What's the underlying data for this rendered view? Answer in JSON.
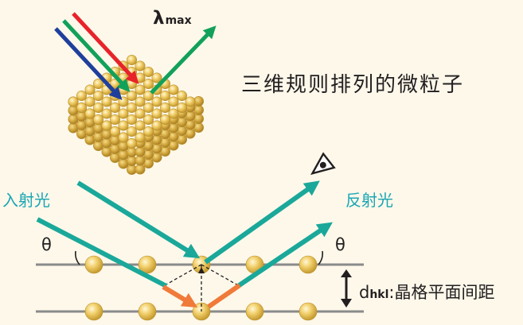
{
  "labels": {
    "lambda_symbol": "λ",
    "lambda_subscript": "max",
    "particles_title": "三维规则排列的微粒子",
    "incident_light": "入射光",
    "reflected_light": "反射光",
    "theta_left": "θ",
    "theta_right": "θ",
    "d_symbol": "d",
    "d_subscript": "hkl",
    "d_description": ":晶格平面间距"
  },
  "colors": {
    "background": "#fdf8ea",
    "ray_teal": "#1aa89a",
    "path_orange": "#f07a3a",
    "ray_red": "#e8232a",
    "ray_green": "#12a15a",
    "ray_blue": "#1f3f9c",
    "sphere": "#f1cf6a",
    "plane_line": "#8a8a8a"
  }
}
